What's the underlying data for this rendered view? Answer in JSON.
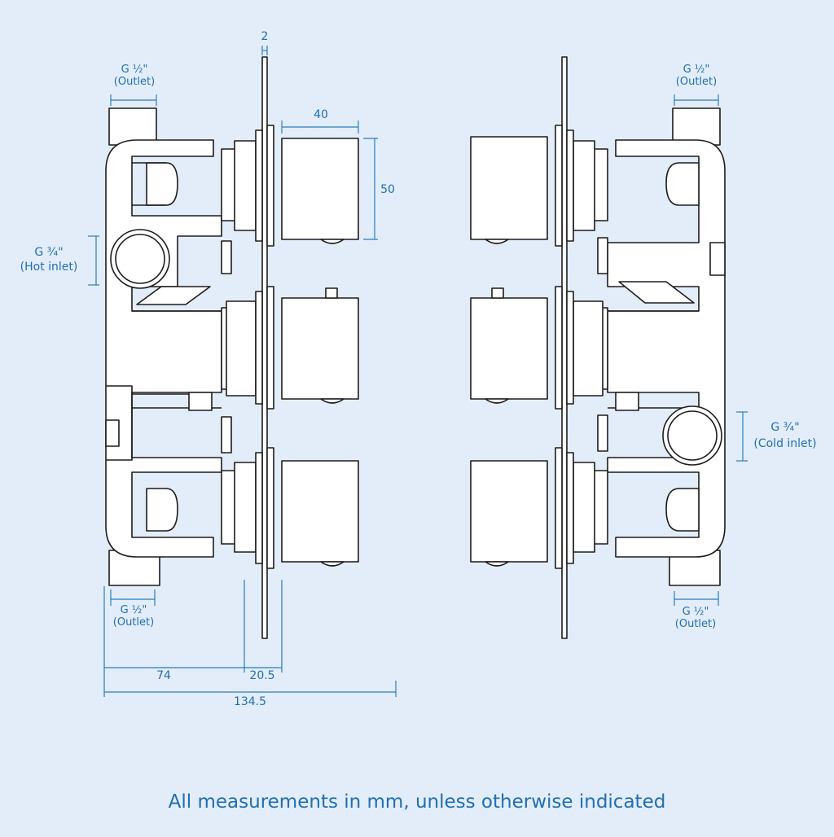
{
  "dimensions": {
    "plate_thickness": "2",
    "handle_width": "40",
    "handle_height": "50",
    "depth_body": "74",
    "depth_plate": "20.5",
    "depth_total": "134.5"
  },
  "ports": {
    "outlet_top_left": {
      "size": "G ½\"",
      "label": "(Outlet)"
    },
    "outlet_bottom_left": {
      "size": "G ½\"",
      "label": "(Outlet)"
    },
    "outlet_top_right": {
      "size": "G ½\"",
      "label": "(Outlet)"
    },
    "outlet_bottom_right": {
      "size": "G ½\"",
      "label": "(Outlet)"
    },
    "hot_inlet": {
      "size": "G ¾\"",
      "label": "(Hot inlet)"
    },
    "cold_inlet": {
      "size": "G ¾\"",
      "label": "(Cold inlet)"
    }
  },
  "caption": "All measurements in mm, unless otherwise indicated",
  "colors": {
    "background": "#e3edf9",
    "dimension": "#2a7cc0",
    "outline": "#1c1c1c",
    "fill": "#ffffff"
  }
}
